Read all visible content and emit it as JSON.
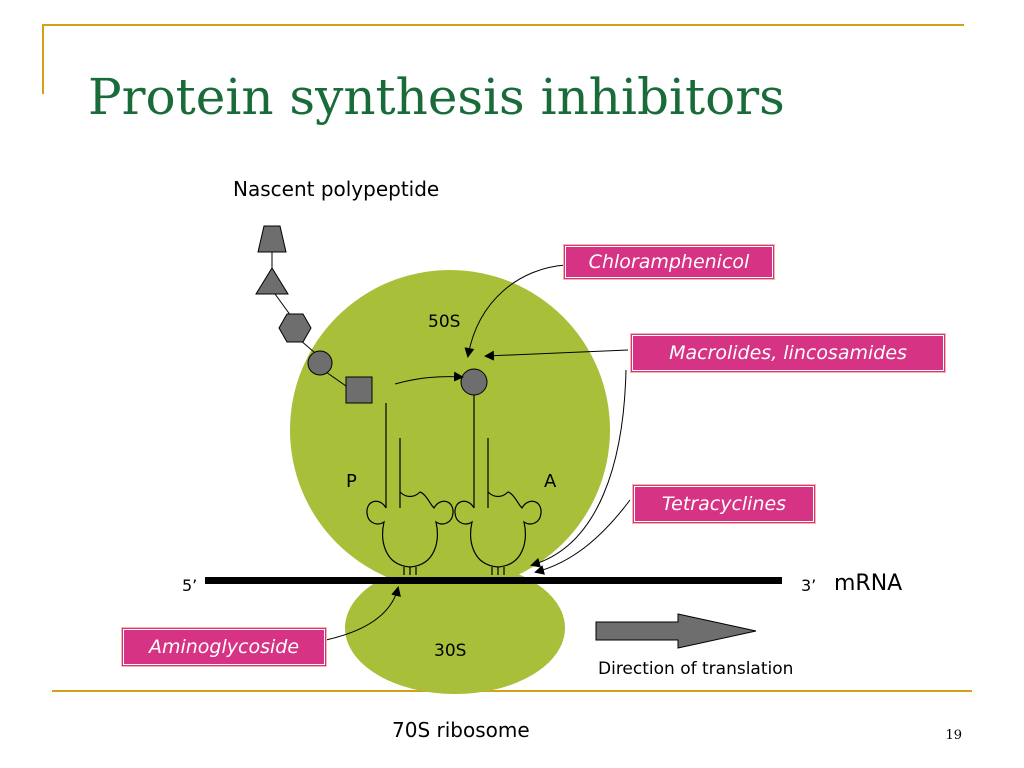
{
  "title": "Protein synthesis inhibitors",
  "labels": {
    "nascent_polypeptide": "Nascent polypeptide",
    "subunit_large": "50S",
    "subunit_small": "30S",
    "site_p": "P",
    "site_a": "A",
    "five_prime": "5’",
    "three_prime": "3’",
    "mrna": "mRNA",
    "direction": "Direction of translation",
    "ribosome": "70S ribosome"
  },
  "drugs": {
    "chloramphenicol": "Chloramphenicol",
    "macrolides": "Macrolides, lincosamides",
    "tetracyclines": "Tetracyclines",
    "aminoglycoside": "Aminoglycoside"
  },
  "page_number": "19",
  "colors": {
    "title": "#1a6b3a",
    "ribosome": "#a8bf3a",
    "drug_box": "#d63384",
    "frame": "#d4a017",
    "shape_fill": "#6e6e6e"
  }
}
